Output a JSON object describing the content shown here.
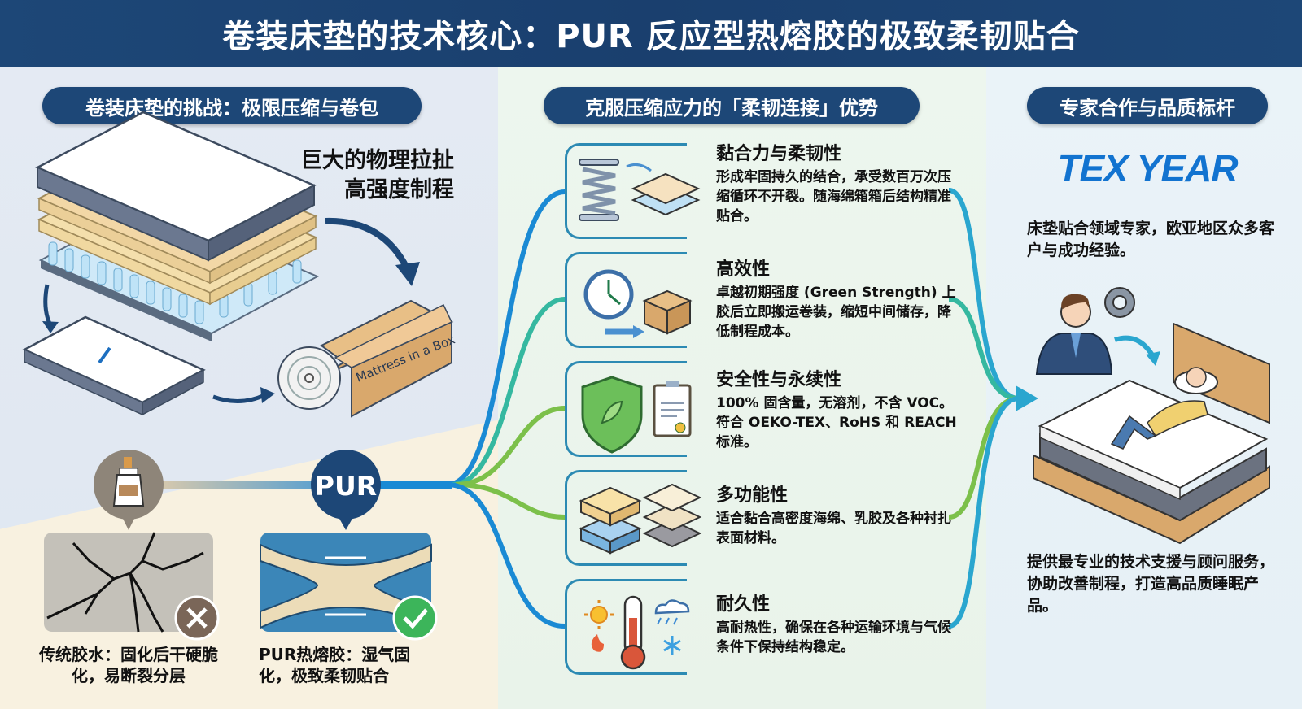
{
  "header": {
    "title": "卷装床垫的技术核心：PUR 反应型热熔胶的极致柔韧贴合"
  },
  "left": {
    "section_title": "卷装床垫的挑战：极限压缩与卷包",
    "callout_line1": "巨大的物理拉扯",
    "callout_line2": "高强度制程",
    "box_label": "Mattress in a Box",
    "pur_badge": "PUR",
    "traditional_caption": "传统胶水：固化后干硬脆化，易断裂分层",
    "pur_caption": "PUR热熔胶：湿气固化，极致柔韧贴合",
    "icons": [
      "mattress-layers-icon",
      "compressed-mattress-icon",
      "rolled-mattress-box-icon",
      "glue-bottle-icon",
      "cracked-surface-icon",
      "flexible-bond-icon",
      "cross-icon",
      "check-icon"
    ]
  },
  "middle": {
    "section_title": "克服压缩应力的「柔韧连接」优势",
    "features": [
      {
        "title": "黏合力与柔韧性",
        "text": "形成牢固持久的结合，承受数百万次压缩循环不开裂。随海绵箱箱后结构精准贴合。",
        "icon": "spring-foam-icon"
      },
      {
        "title": "高效性",
        "text": "卓越初期强度 (Green Strength) 上胶后立即搬运卷装，缩短中间储存，降低制程成本。",
        "icon": "clock-box-icon"
      },
      {
        "title": "安全性与永续性",
        "text": "100% 固含量，无溶剂，不含 VOC。符合 OEKO-TEX、RoHS 和 REACH 标准。",
        "icon": "shield-certificate-icon"
      },
      {
        "title": "多功能性",
        "text": "适合黏合高密度海绵、乳胶及各种衬扎表面材料。",
        "icon": "foam-materials-icon"
      },
      {
        "title": "耐久性",
        "text": "高耐热性，确保在各种运输环境与气候条件下保持结构稳定。",
        "icon": "weather-thermometer-icon"
      }
    ],
    "connector_colors": [
      "#1a8ad4",
      "#35b8a0",
      "#7cc04a",
      "#7cc04a",
      "#1a8ad4"
    ]
  },
  "right": {
    "section_title": "专家合作与品质标杆",
    "brand": "TEX YEAR",
    "brand_color": "#1273d0",
    "text1": "床垫贴合领域专家，欧亚地区众多客户与成功经验。",
    "text2": "提供最专业的技术支援与顾问服务，协助改善制程，打造高品质睡眠产品。",
    "icons": [
      "expert-person-icon",
      "gear-icon",
      "sleeping-woman-bed-icon"
    ]
  },
  "colors": {
    "navy": "#1d4777",
    "blue": "#1a8ad4",
    "teal": "#35b8a0",
    "green": "#7cc04a",
    "success": "#3cb55a",
    "fail": "#7a6658"
  }
}
